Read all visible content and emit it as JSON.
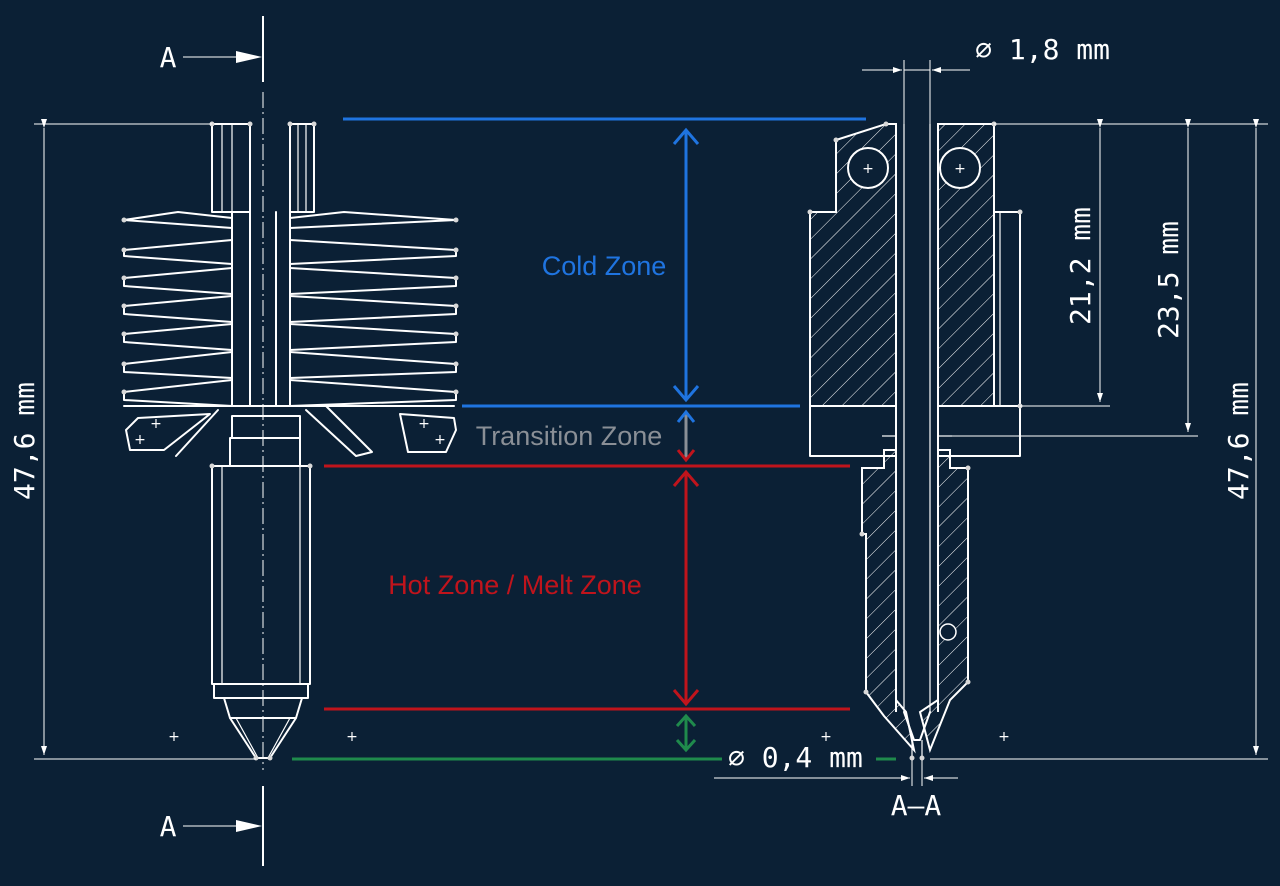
{
  "section_marks": {
    "top": "A",
    "bottom": "A",
    "view_label": "A–A"
  },
  "dimensions": {
    "bore_diameter": "⌀ 1,8 mm",
    "nozzle_diameter": "⌀ 0,4 mm",
    "overall_left": "47,6 mm",
    "overall_right": "47,6 mm",
    "cold_length": "21,2 mm",
    "cold_plus_transition": "23,5 mm"
  },
  "zones": {
    "cold": "Cold Zone",
    "transition": "Transition Zone",
    "hot": "Hot Zone / Melt Zone"
  },
  "colors": {
    "background": "#0b2035",
    "cold": "#1f74e0",
    "transition": "#8a8f96",
    "hot": "#c0141c",
    "nozzle": "#1f8a4c",
    "linework": "#ffffff"
  }
}
